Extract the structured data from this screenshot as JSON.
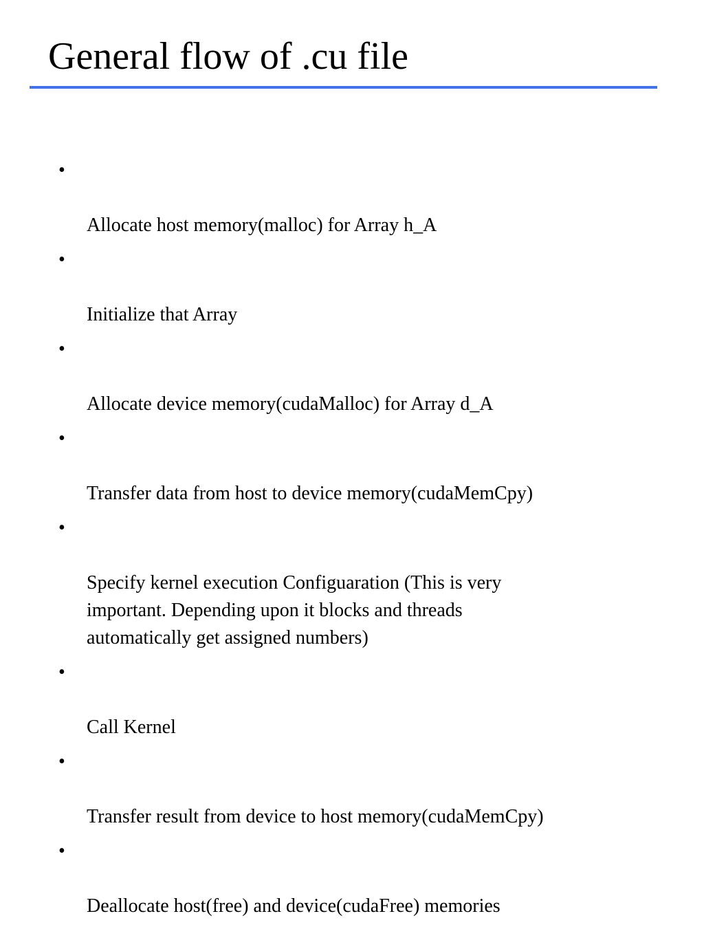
{
  "slide": {
    "title": "General flow of .cu file",
    "bullet_symbol": "•",
    "bullets": [
      "Allocate host memory(malloc) for Array h_A",
      "Initialize that Array",
      "Allocate device memory(cudaMalloc) for Array d_A",
      "Transfer data from host to device memory(cudaMemCpy)",
      "Specify kernel execution Configuaration (This is very\nimportant. Depending upon it blocks and threads\nautomatically get assigned numbers)",
      "Call Kernel",
      "Transfer result from device to host memory(cudaMemCpy)",
      "Deallocate host(free) and device(cudaFree) memories"
    ]
  },
  "colors": {
    "title_rule": "#4472e8",
    "text": "#000000",
    "background": "#ffffff"
  }
}
